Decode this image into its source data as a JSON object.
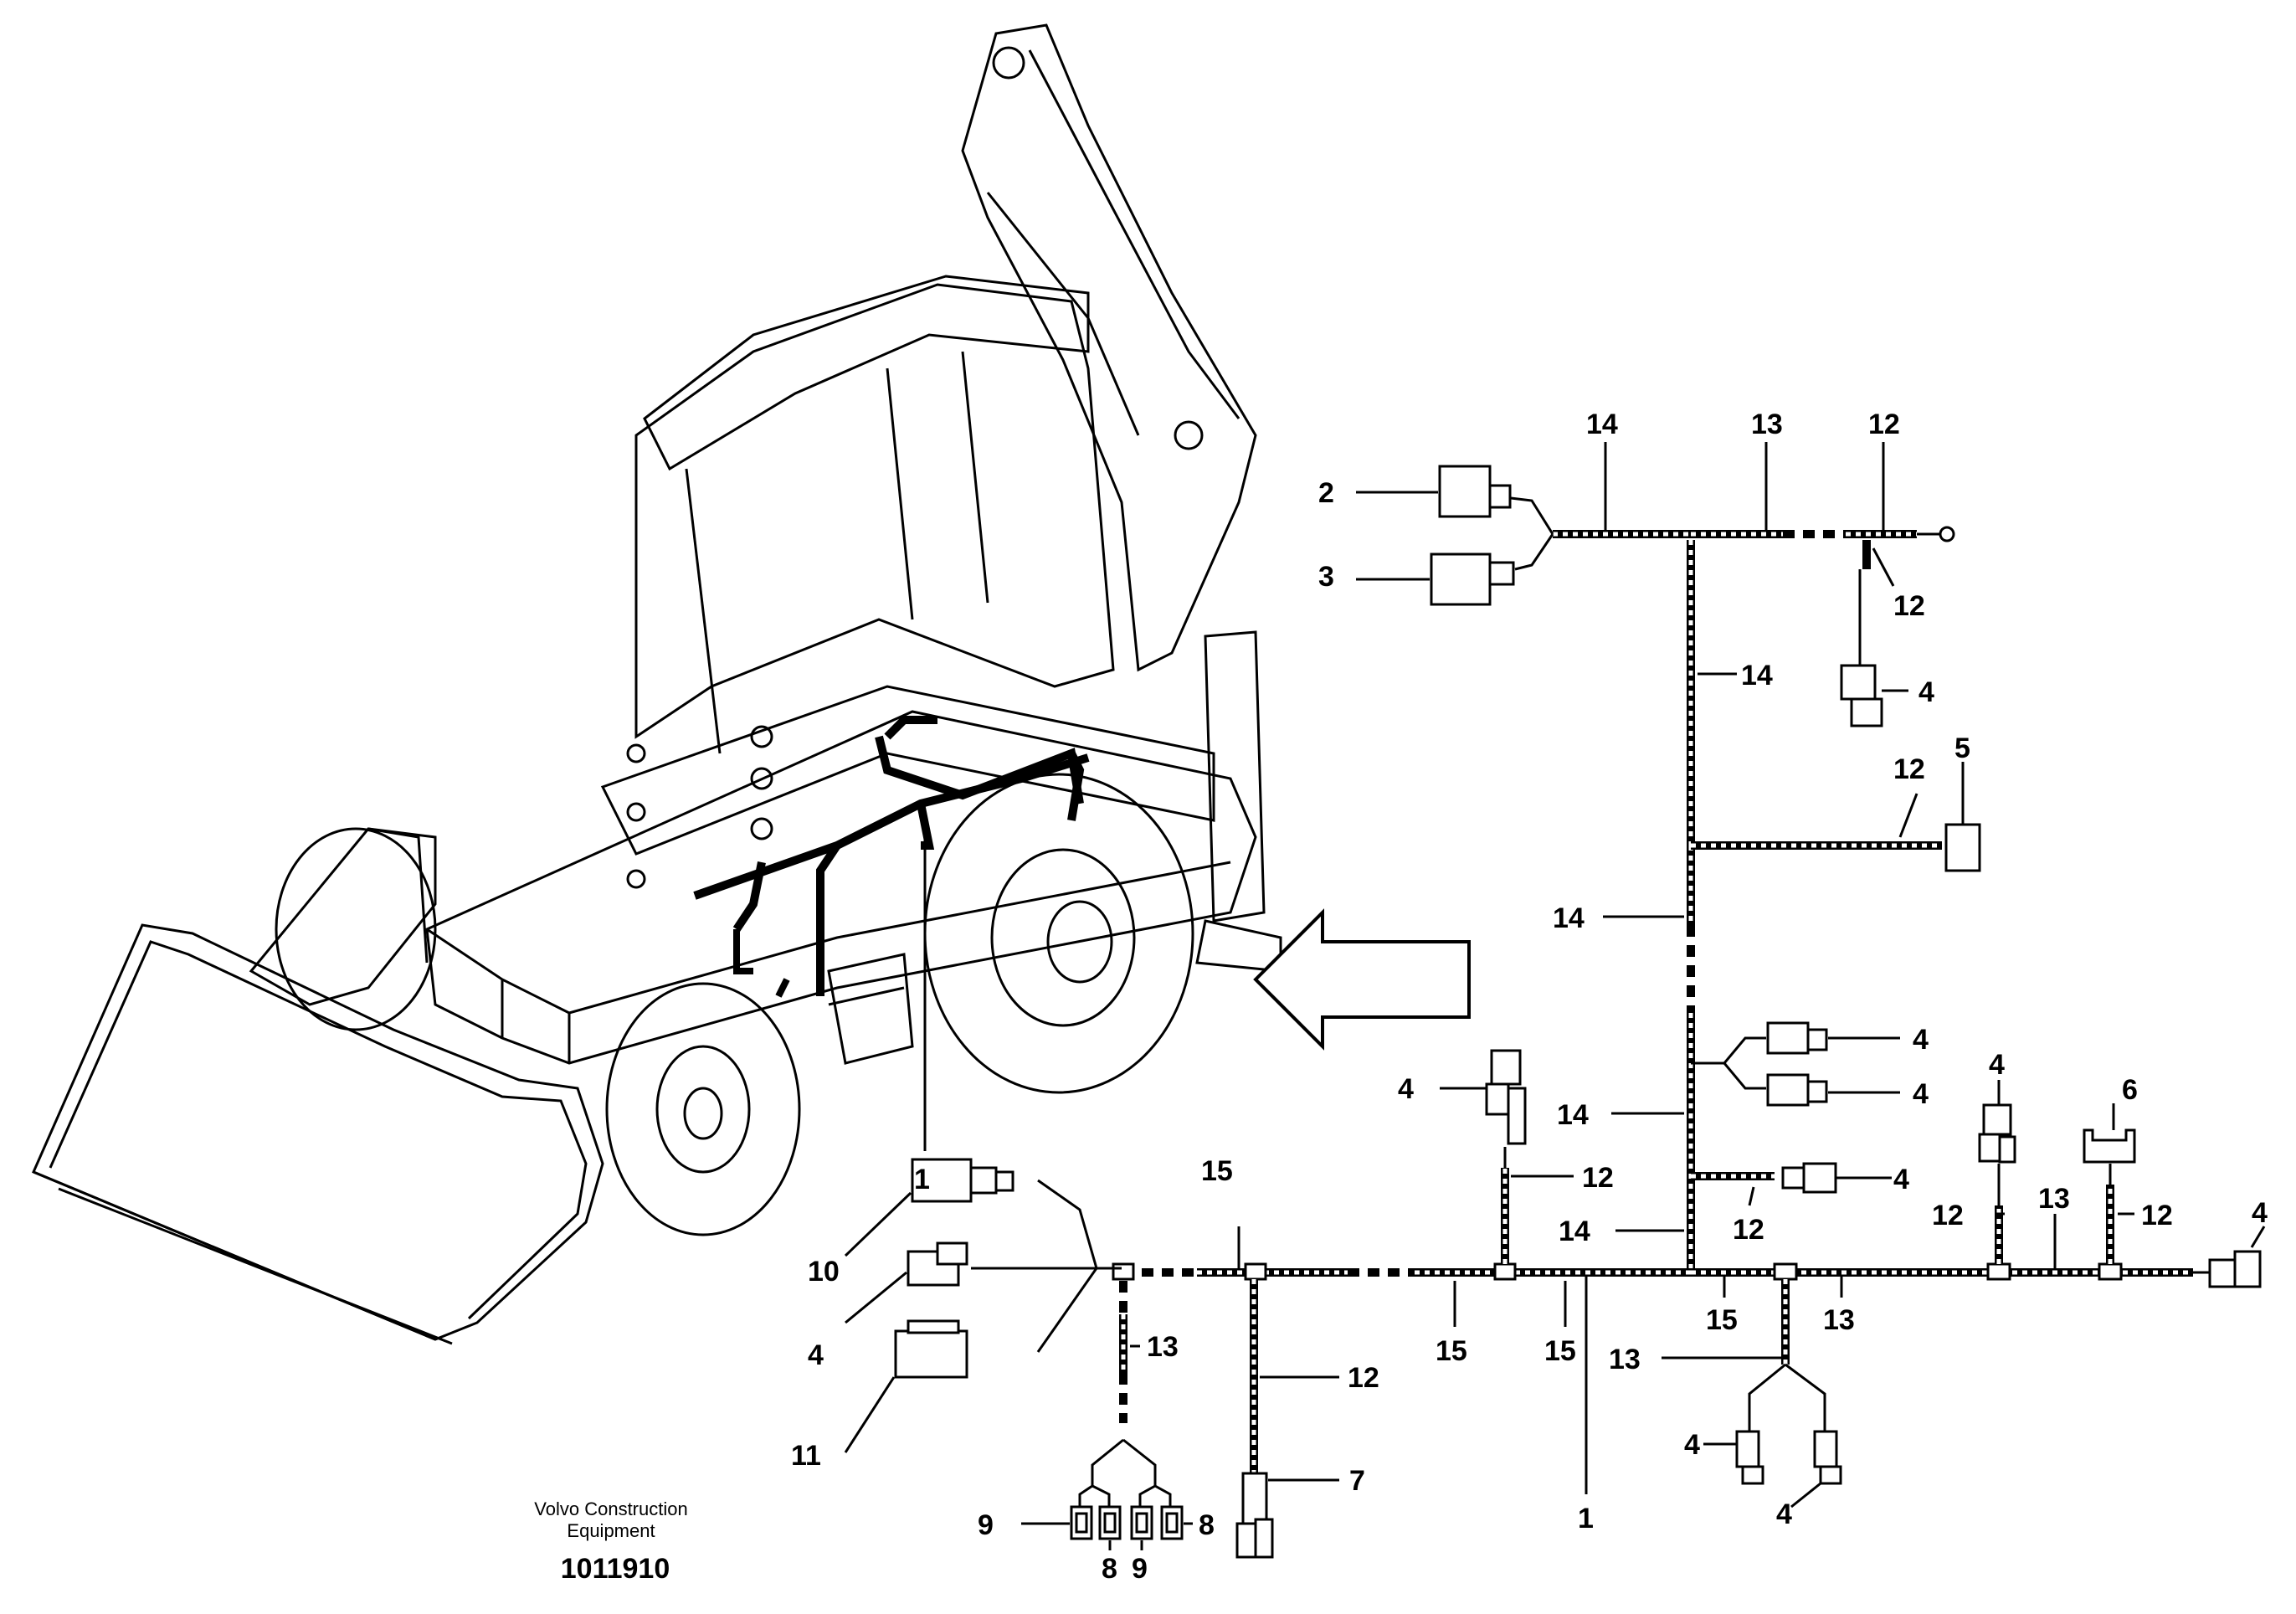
{
  "diagram": {
    "labels": {
      "l1_machine": "1",
      "l1_harness": "1",
      "l2": "2",
      "l3": "3",
      "l4_a": "4",
      "l4_b": "4",
      "l4_c": "4",
      "l4_d": "4",
      "l4_e": "4",
      "l4_f": "4",
      "l4_g": "4",
      "l4_h": "4",
      "l4_i": "4",
      "l4_j": "4",
      "l5": "5",
      "l6": "6",
      "l7": "7",
      "l8_a": "8",
      "l8_b": "8",
      "l9_a": "9",
      "l9_b": "9",
      "l10": "10",
      "l11": "11",
      "l12_a": "12",
      "l12_b": "12",
      "l12_c": "12",
      "l12_d": "12",
      "l12_e": "12",
      "l12_f": "12",
      "l12_g": "12",
      "l12_h": "12",
      "l13_a": "13",
      "l13_b": "13",
      "l13_c": "13",
      "l13_d": "13",
      "l14_a": "14",
      "l14_b": "14",
      "l14_c": "14",
      "l14_d": "14",
      "l14_e": "14",
      "l15_a": "15",
      "l15_b": "15",
      "l15_c": "15",
      "l15_d": "15"
    }
  },
  "footer": {
    "company_line1": "Volvo Construction",
    "company_line2": "Equipment",
    "drawing_number": "1011910"
  }
}
